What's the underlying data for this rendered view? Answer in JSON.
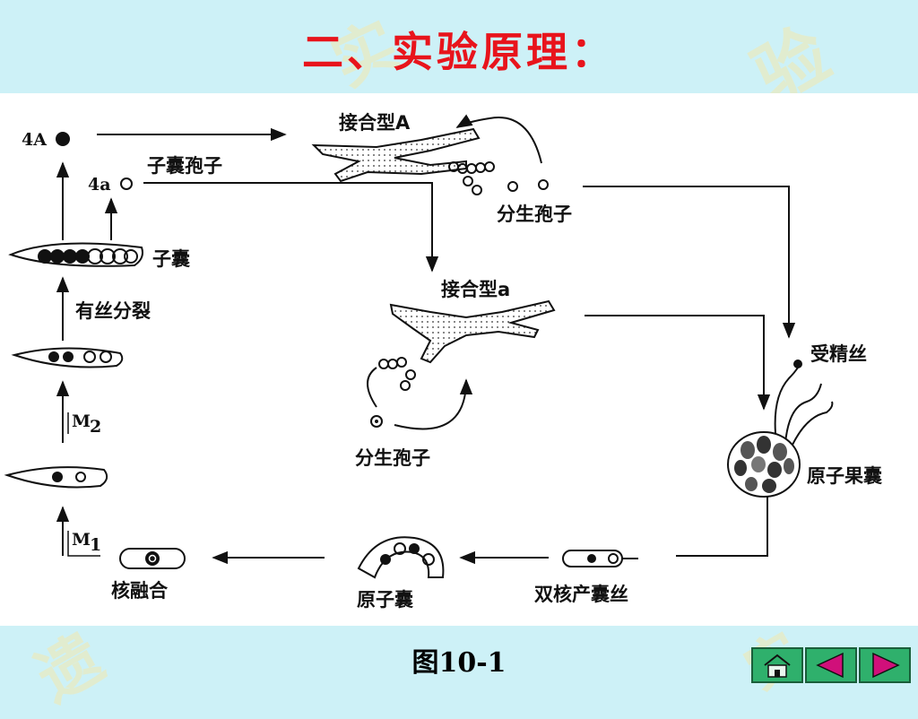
{
  "slide": {
    "title": "二、实验原理：",
    "caption": "图10-1"
  },
  "diagram": {
    "labels": {
      "mating_type_A": "接合型A",
      "mating_type_a": "接合型a",
      "conidia_top": "分生孢子",
      "conidia_bottom": "分生孢子",
      "ascospore": "子囊孢子",
      "ascus": "子囊",
      "mitosis": "有丝分裂",
      "trichogyne": "受精丝",
      "protoperithecium": "原子果囊",
      "dikaryotic_hyphae": "双核产囊丝",
      "proto_ascus": "原子囊",
      "karyogamy": "核融合",
      "spores_A": "4A",
      "spores_a": "4a",
      "meiosis_2": "M",
      "meiosis_2_sub": "2",
      "meiosis_1": "M",
      "meiosis_1_sub": "1"
    }
  },
  "nav": {
    "home": "home-icon",
    "prev": "previous-icon",
    "next": "next-icon",
    "color": "#2fb06c",
    "arrow_color": "#d0107a"
  }
}
